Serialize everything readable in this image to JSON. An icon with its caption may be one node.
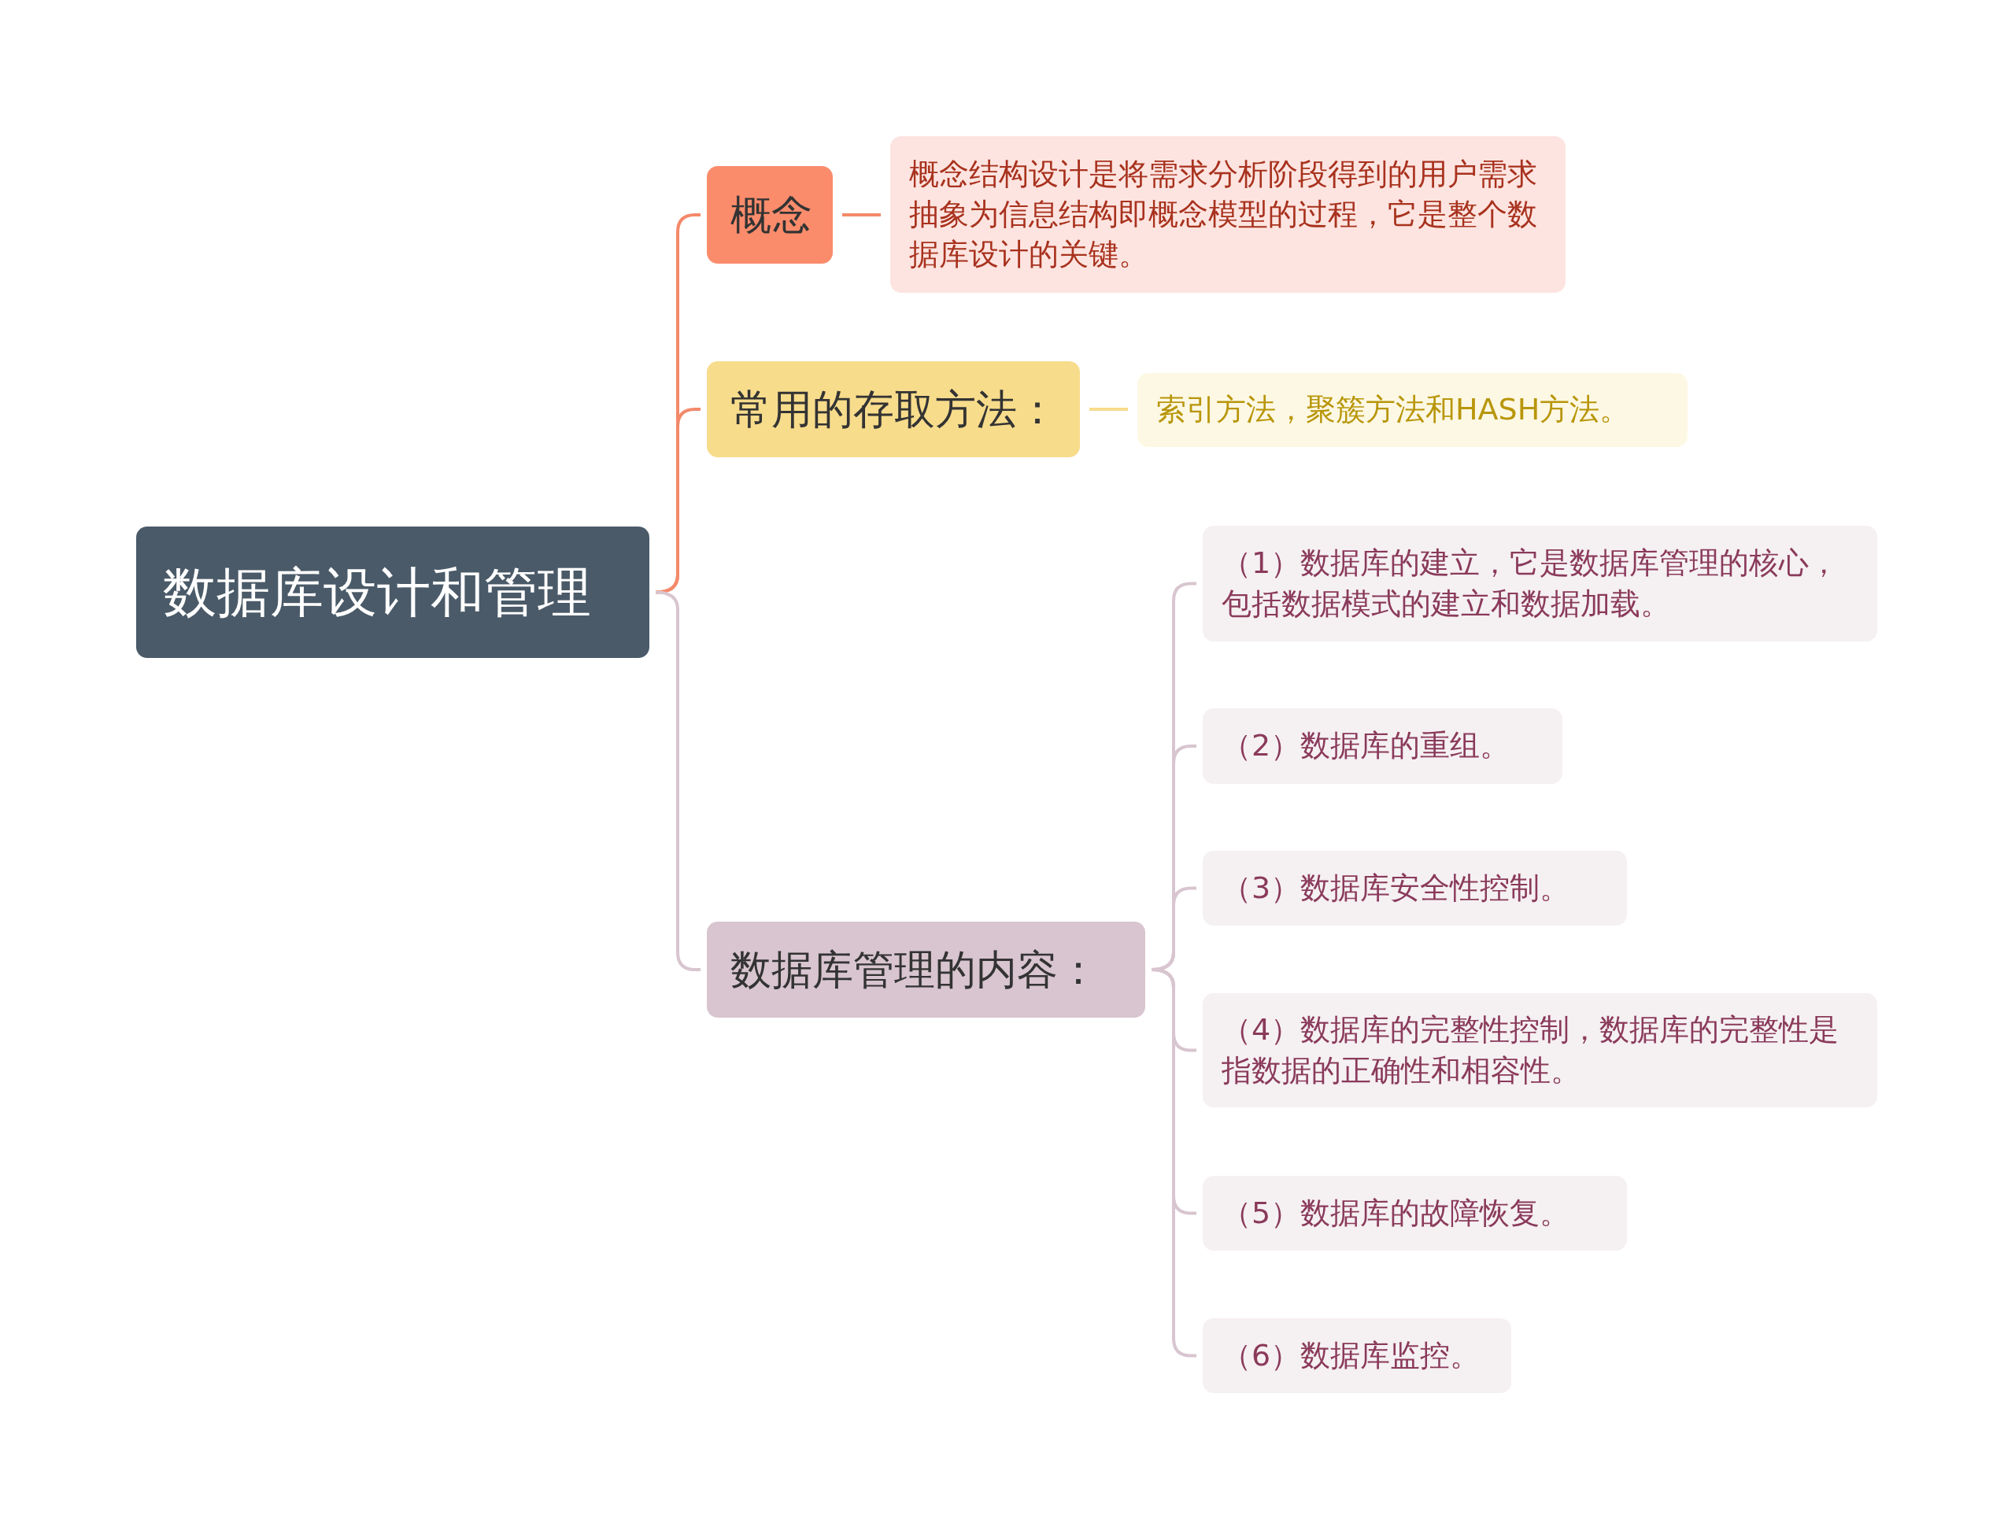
{
  "diagram": {
    "nodes": [
      {
        "text": [
          "数据库设计和管理"
        ]
      },
      {
        "text": [
          "概念"
        ]
      },
      {
        "text": [
          "概念结构设计是将需求分析阶段得到的用户需求抽象为信息结构即概念模型的过程，它是整个数据库设计的关键。"
        ]
      },
      {
        "text": [
          "常用的存取方法："
        ]
      },
      {
        "text": [
          "索引方法，聚簇方法和HASH方法。"
        ]
      },
      {
        "text": [
          "数据库管理的内容："
        ]
      },
      {
        "text": [
          "（1）数据库的建立，它是数据库管理的核心，包括数据模式的建立和数据加载。"
        ]
      },
      {
        "text": [
          "（2）数据库的重组。"
        ]
      },
      {
        "text": [
          "（3）数据库安全性控制。"
        ]
      },
      {
        "text": [
          "（4）数据库的完整性控制，数据库的完整性是指数据的正确性和相容性。"
        ]
      },
      {
        "text": [
          "（5）数据库的故障恢复。"
        ]
      },
      {
        "text": [
          "（6）数据库监控。"
        ]
      }
    ],
    "edges": [
      {
        "from": 0,
        "to": 1,
        "arrow": "none",
        "color": "#f4896a"
      },
      {
        "from": 0,
        "to": 3,
        "arrow": "none",
        "color": "#f4896a"
      },
      {
        "from": 0,
        "to": 5,
        "arrow": "none"
      },
      {
        "from": 1,
        "to": 2,
        "arrow": "none",
        "color": "#f4896a"
      },
      {
        "from": 3,
        "to": 4,
        "arrow": "none",
        "color": "#f7dc8c"
      },
      {
        "from": 5,
        "to": 6,
        "arrow": "none"
      },
      {
        "from": 5,
        "to": 7,
        "arrow": "none"
      },
      {
        "from": 5,
        "to": 8,
        "arrow": "none"
      },
      {
        "from": 5,
        "to": 9,
        "arrow": "none"
      },
      {
        "from": 5,
        "to": 10,
        "arrow": "none"
      },
      {
        "from": 5,
        "to": 11,
        "arrow": "none"
      }
    ]
  }
}
